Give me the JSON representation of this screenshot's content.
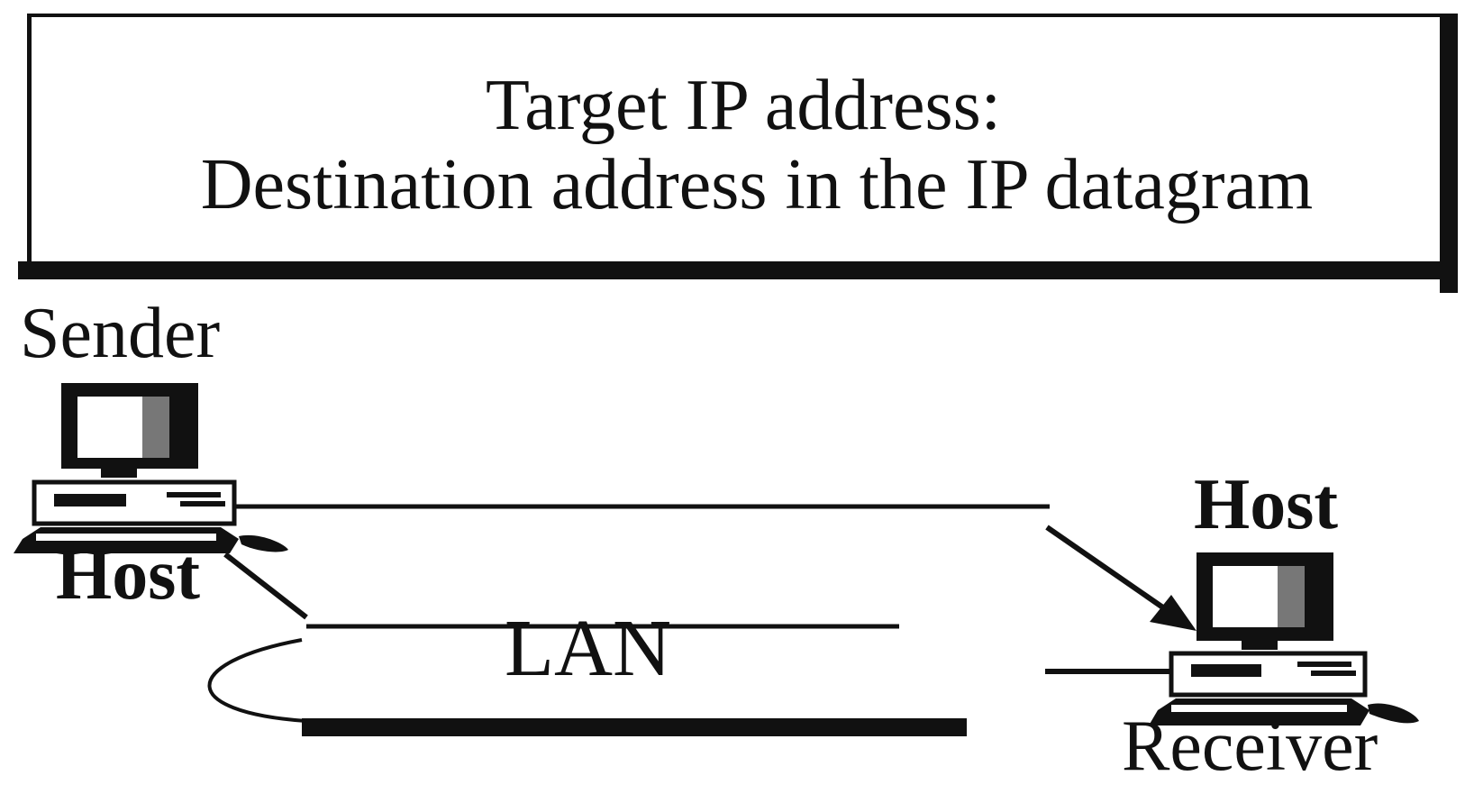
{
  "banner": {
    "title": "Target IP address:",
    "subtitle": "Destination address in the IP datagram"
  },
  "labels": {
    "sender": "Sender",
    "host_left": "Host",
    "host_right": "Host",
    "lan": "LAN",
    "receiver": "Receiver"
  },
  "icons": {
    "sender_computer": "desktop-computer-icon",
    "receiver_computer": "desktop-computer-icon"
  }
}
